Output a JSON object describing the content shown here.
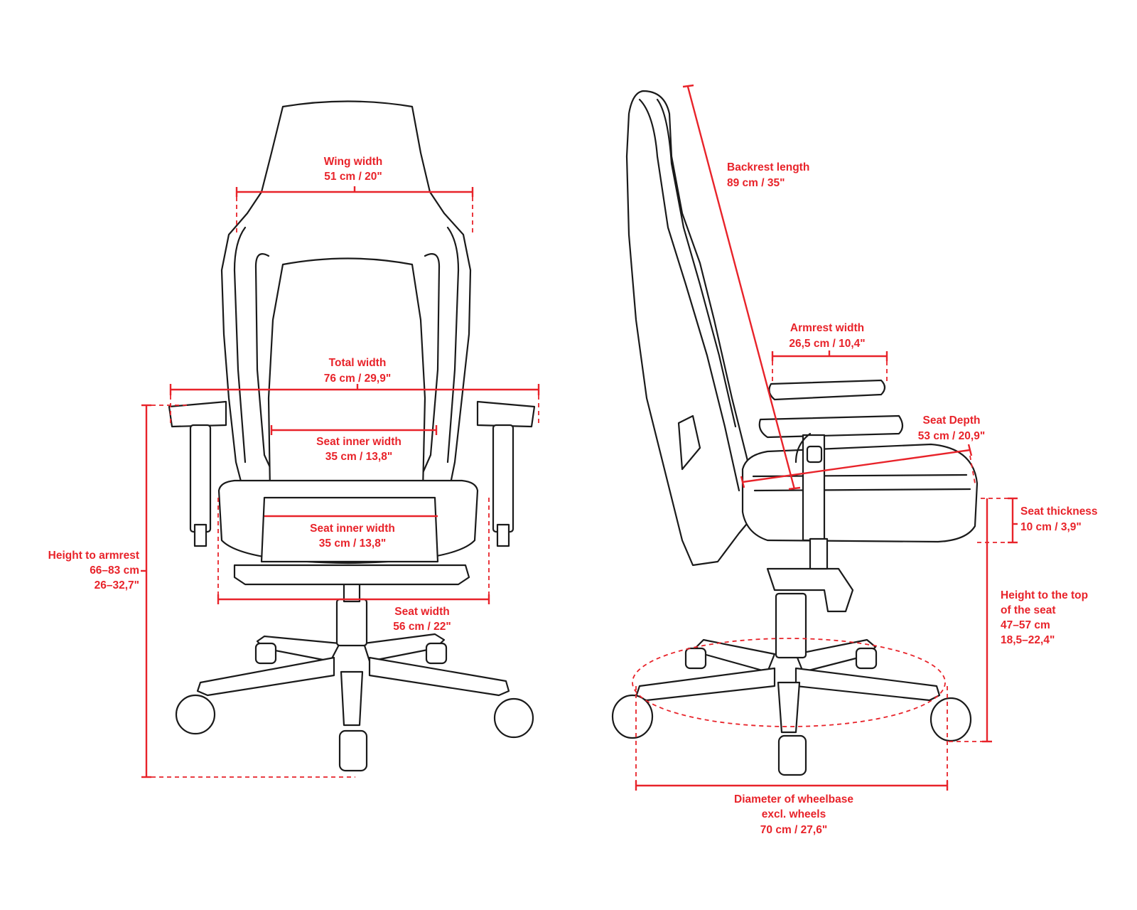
{
  "colors": {
    "dimension": "#e8232a",
    "outline": "#1a1a1a",
    "background": "#ffffff"
  },
  "front": {
    "wing_width": {
      "label": "Wing width",
      "value": "51 cm / 20\""
    },
    "total_width": {
      "label": "Total width",
      "value": "76 cm / 29,9\""
    },
    "seat_inner_width_backrest": {
      "label": "Seat inner width",
      "value": "35 cm / 13,8\""
    },
    "seat_inner_width_cushion": {
      "label": "Seat inner width",
      "value": "35 cm / 13,8\""
    },
    "seat_width": {
      "label": "Seat width",
      "value": "56 cm / 22\""
    },
    "height_to_armrest": {
      "label": "Height to armrest",
      "value_cm": "66–83 cm",
      "value_in": "26–32,7\""
    }
  },
  "side": {
    "backrest_length": {
      "label": "Backrest length",
      "value": "89 cm / 35\""
    },
    "armrest_width": {
      "label": "Armrest width",
      "value": "26,5 cm / 10,4\""
    },
    "seat_depth": {
      "label": "Seat Depth",
      "value": "53 cm / 20,9\""
    },
    "seat_thickness": {
      "label": "Seat thickness",
      "value": "10 cm / 3,9\""
    },
    "height_to_seat": {
      "line1": "Height to the top",
      "line2": "of the seat",
      "value_cm": "47–57 cm",
      "value_in": "18,5–22,4\""
    },
    "wheelbase": {
      "line1": "Diameter of wheelbase",
      "line2": "excl. wheels",
      "value": "70 cm / 27,6\""
    }
  }
}
